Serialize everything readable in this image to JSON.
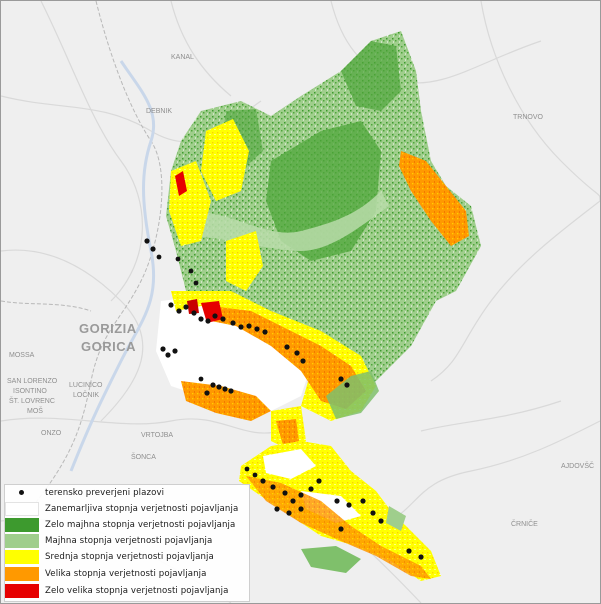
{
  "colors": {
    "background": "#efefef",
    "road": "#d9d9d9",
    "border_line": "#b8b8b8",
    "water": "#c9d7ea",
    "negligible": "#ffffff",
    "very_low": "#3d9a2e",
    "low": "#9fce8c",
    "moderate": "#ffff00",
    "high": "#ff9900",
    "very_high": "#e60000",
    "landslide": "#111111"
  },
  "place_labels": {
    "gorizia": "GORIZIA",
    "gorica": "GORICA",
    "kanal": "KANAL",
    "debnik": "DEBNIK",
    "mossa": "MOSSA",
    "san_lorenzo": "SAN LORENZO",
    "isontino": "ISONTINO",
    "lucinico": "LUCINICO",
    "locnik": "LOČNIK",
    "st_lovrenc": "ŠT. LOVRENC",
    "mos": "MOŠ",
    "isonzo": "ONZO",
    "vrtojba": "VRTOJBA",
    "ajdovscina": "AJDOVŠČ",
    "sonca": "ŠONCA",
    "trnovo": "TRNOVO",
    "crnice": "ČRNIČE"
  },
  "legend": {
    "items": [
      {
        "key": "landslides",
        "label": "terensko preverjeni plazovi"
      },
      {
        "key": "negligible",
        "label": "Zanemarljiva stopnja verjetnosti pojavljanja"
      },
      {
        "key": "very_low",
        "label": "Zelo majhna stopnja verjetnosti pojavljanja"
      },
      {
        "key": "low",
        "label": "Majhna stopnja verjetnosti pojavljanja"
      },
      {
        "key": "moderate",
        "label": "Srednja stopnja verjetnosti pojavljanja"
      },
      {
        "key": "high",
        "label": "Velika stopnja verjetnosti pojavljanja"
      },
      {
        "key": "very_high",
        "label": "Zelo velika stopnja verjetnosti pojavljanja"
      }
    ]
  }
}
